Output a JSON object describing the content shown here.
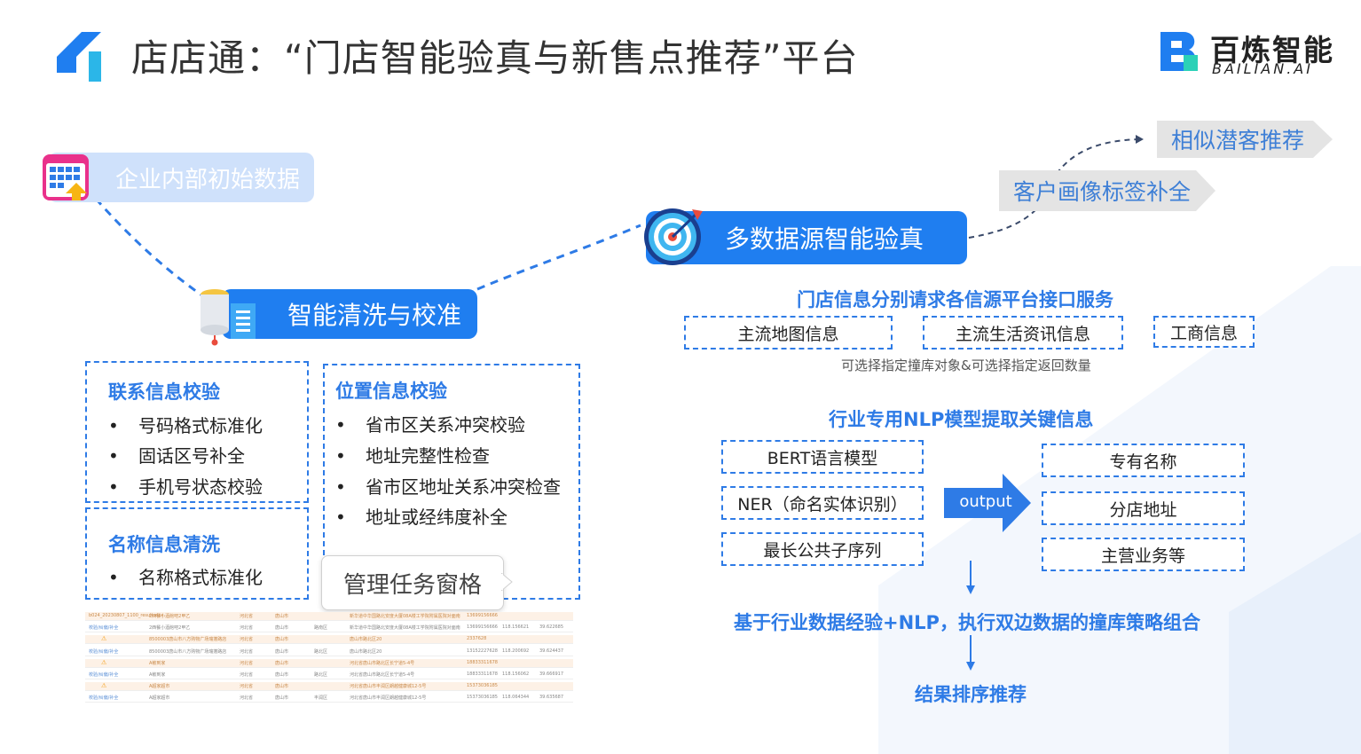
{
  "header": {
    "title": "店店通：“门店智能验真与新售点推荐”平台",
    "brand_cn": "百炼智能",
    "brand_en": "BAILIAN.AI"
  },
  "colors": {
    "accent": "#1f7ef0",
    "dashed": "#2e7be6",
    "light_pill": "#cfe1fb",
    "tag_bg": "#e4e4e4"
  },
  "nodes": {
    "source": "企业内部初始数据",
    "cleaning": "智能清洗与校准",
    "verify": "多数据源智能验真",
    "tag1": "客户画像标签补全",
    "tag2": "相似潜客推荐"
  },
  "contact": {
    "title": "联系信息校验",
    "items": [
      "号码格式标准化",
      "固话区号补全",
      "手机号状态校验"
    ]
  },
  "name_clean": {
    "title": "名称信息清洗",
    "items": [
      "名称格式标准化"
    ]
  },
  "location": {
    "title": "位置信息校验",
    "items": [
      "省市区关系冲突校验",
      "地址完整性检查",
      "省市区地址关系冲突检查",
      "地址或经纬度补全"
    ]
  },
  "tooltip": "管理任务窗格",
  "bullet_char": "•",
  "sources": {
    "title": "门店信息分别请求各信源平台接口服务",
    "items": [
      "主流地图信息",
      "主流生活资讯信息",
      "工商信息"
    ],
    "note": "可选择指定撞库对象&可选择指定返回数量"
  },
  "nlp": {
    "title": "行业专用NLP模型提取关键信息",
    "models": [
      "BERT语言模型",
      "NER（命名实体识别）",
      "最长公共子序列"
    ],
    "arrow_label": "output",
    "outputs": [
      "专有名称",
      "分店地址",
      "主营业务等"
    ]
  },
  "strategy": "基于行业数据经验+NLP，执行双边数据的撞库策略组合",
  "result": "结果排序推荐",
  "thumbnail": {
    "rows": [
      [
        "b024_20230807_1100_result.xlsx",
        "2西餐小酒館吧2甲乙",
        "河北省",
        "唐山市",
        "",
        "新华道中华国路北安度大厦08A楼工学院附属医院对面南",
        "13699156666",
        "",
        ""
      ],
      [
        "校验/纠偏/补全",
        "2西餐小酒館吧2甲乙",
        "河北省",
        "唐山市",
        "路南区",
        "新华道中华国路北安度大厦08A楼工学院附属医院对面南",
        "13699156666",
        "118.156621",
        "39.622685"
      ],
      [
        "⚠",
        "8500003唐山市八方购物广场瑞蓬路店",
        "河北省",
        "唐山市",
        "",
        "唐山市路北区20",
        "2337628",
        "",
        ""
      ],
      [
        "校验/纠偏/补全",
        "8500003唐山市八方购物广场瑞蓬路店",
        "河北省",
        "唐山市",
        "路北区",
        "唐山市路北区20",
        "13152227628",
        "118.200692",
        "39.624437"
      ],
      [
        "⚠",
        "A敏到家",
        "河北省",
        "唐山市",
        "",
        "河北省唐山市路北区长宁道5-4号",
        "18833311678",
        "",
        ""
      ],
      [
        "校验/纠偏/补全",
        "A敏到家",
        "河北省",
        "唐山市",
        "路北区",
        "河北省唐山市路北区长宁道5-4号",
        "18833311678",
        "118.156062",
        "39.666917"
      ],
      [
        "⚠",
        "A超家超市",
        "河北省",
        "唐山市",
        "",
        "河北省唐山市丰润区朗越健康城12-5号",
        "15373036185",
        "",
        ""
      ],
      [
        "校验/纠偏/补全",
        "A超家超市",
        "河北省",
        "唐山市",
        "丰润区",
        "河北省唐山市丰润区朗越健康城12-5号",
        "15373036185",
        "118.064344",
        "39.635687"
      ]
    ]
  }
}
